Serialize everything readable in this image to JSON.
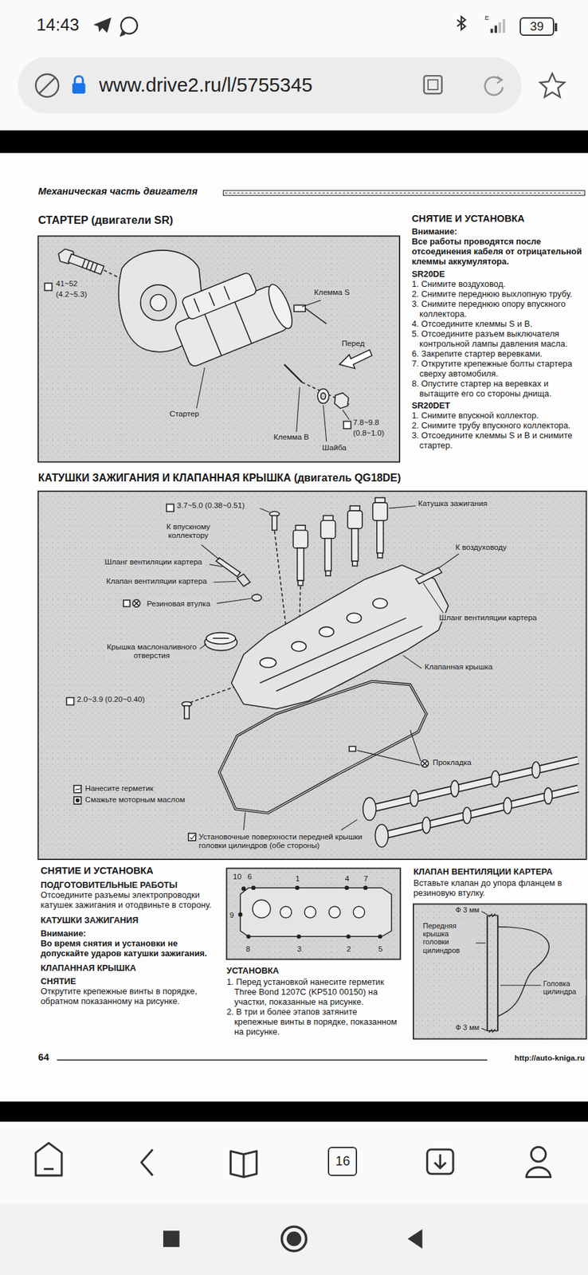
{
  "diagram": {
    "nodes": [
      {
        "text": [
          "39"
        ]
      },
      {
        "text": [
          "www.drive2.ru/l/5755345"
        ]
      },
      {
        "text": [
          "16"
        ]
      }
    ],
    "labels": [
      "14:43",
      "E",
      "Механическая часть двигателя",
      "СТАРТЕР (двигатели SR)",
      "41~52",
      "(4.2~5.3)",
      "Клемма S",
      "Перед",
      "Стартер",
      "Клемма B",
      "Шайба",
      "7.8~9.8",
      "(0.8~1.0)",
      "СНЯТИЕ И УСТАНОВКА",
      "Внимание:",
      "Все работы проводятся после отсоединения кабеля от отрицательной клеммы аккумулятора.",
      "SR20DE",
      "1. Снимите воздуховод.",
      "2. Снимите переднюю выхлопную трубу.",
      "3. Снимите переднюю опору впускного коллектора.",
      "4. Отсоедините клеммы S и B.",
      "5. Отсоедините разъем выключателя контрольной лампы давления масла.",
      "6. Закрепите стартер веревками.",
      "7. Открутите крепежные болты стартера сверху автомобиля.",
      "8. Опустите стартер на веревках и вытащите его со стороны днища.",
      "SR20DET",
      "1. Снимите впускной коллектор.",
      "2. Снимите трубу впускного коллектора.",
      "3. Отсоедините клеммы S и B и снимите стартер.",
      "КАТУШКИ ЗАЖИГАНИЯ И КЛАПАННАЯ КРЫШКА (двигатель QG18DE)",
      "3.7~5.0 (0.38~0.51)",
      "Катушка зажигания",
      "К впускному коллектору",
      "К воздуховоду",
      "Шланг вентиляции картера",
      "Клапан вентиляции картера",
      "Резиновая втулка",
      "Шланг вентиляции картера",
      "Крышка маслоналивного отверстия",
      "Клапанная крышка",
      "2.0~3.9 (0.20~0.40)",
      "Прокладка",
      "Установочные поверхности передней крышки головки цилиндров (обе стороны)",
      "СНЯТИЕ И УСТАНОВКА",
      "ПОДГОТОВИТЕЛЬНЫЕ РАБОТЫ",
      "Отсоедините разъемы электропроводки катушек зажигания и отодвиньте в сторону.",
      "КАТУШКИ ЗАЖИГАНИЯ",
      "Внимание:",
      "Во время снятия и установки не допускайте ударов катушки зажигания.",
      "КЛАПАННАЯ КРЫШКА",
      "СНЯТИЕ",
      "Открутите крепежные винты в порядке, обратном показанному на рисунке.",
      "10",
      "6",
      "1",
      "4",
      "7",
      "9",
      "8",
      "3",
      "2",
      "5",
      "УСТАНОВКА",
      "1. Перед установкой нанесите герметик Three Bond 1207C (KP510 00150) на участки, показанные на рисунке.",
      "2. В три и более этапов затяните крепежные винты в порядке, показанном на рисунке.",
      "КЛАПАН ВЕНТИЛЯЦИИ КАРТЕРА",
      "Вставьте клапан до упора фланцем в резиновую втулку.",
      "Ф 3 мм",
      "Передняя крышка головки цилиндров",
      "Головка цилиндра",
      "Ф 3 мм",
      "64",
      "http://auto-kniga.ru"
    ],
    "legend": [
      {
        "text": "Нанесите герметик"
      },
      {
        "text": "Смажьте моторным маслом"
      }
    ]
  }
}
